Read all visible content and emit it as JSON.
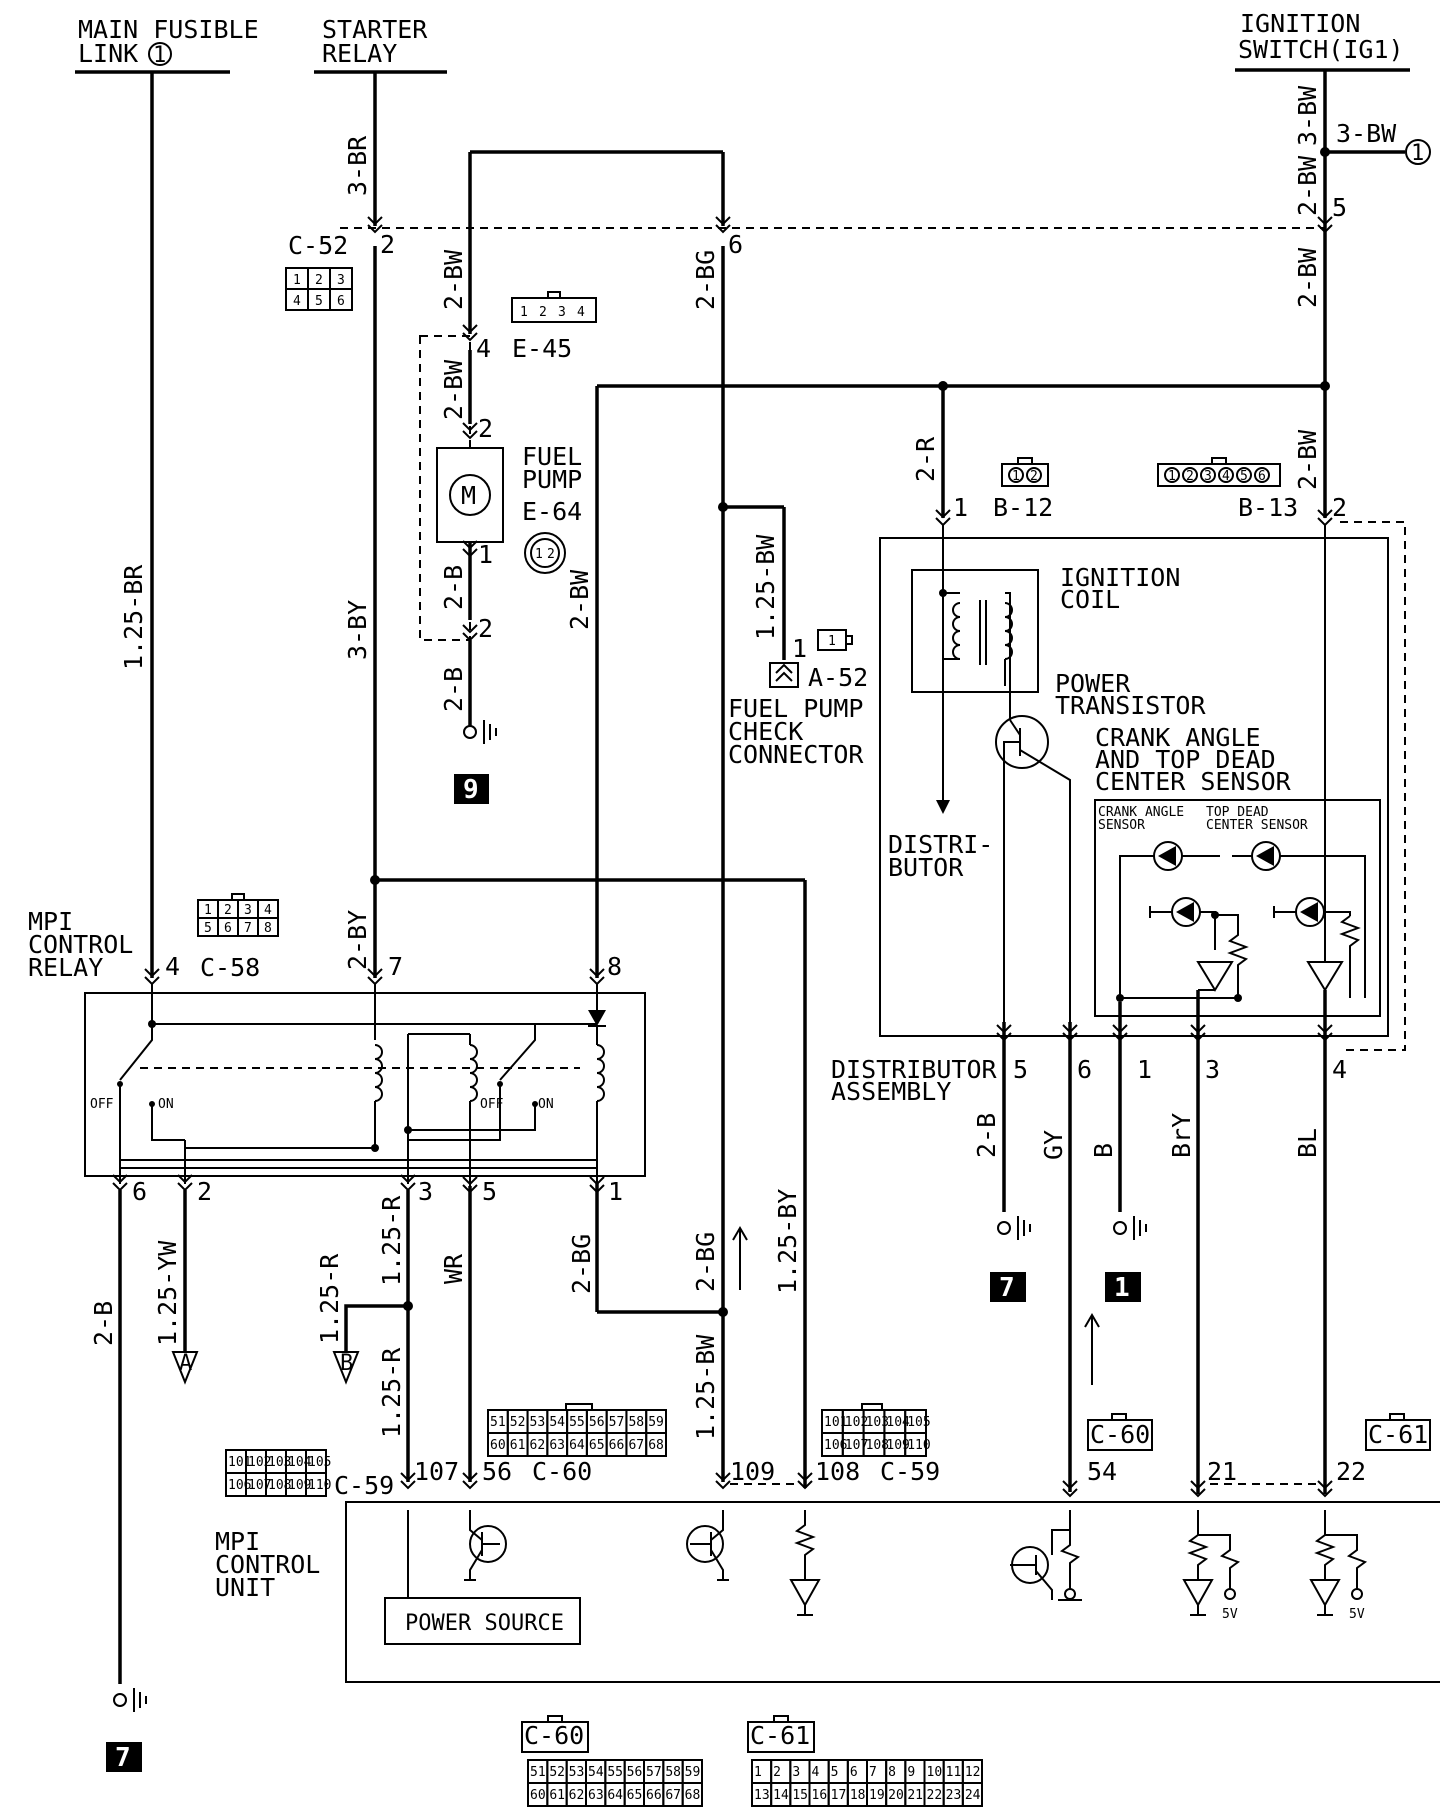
{
  "top": {
    "main_fusible_link": [
      "MAIN FUSIBLE",
      "LINK"
    ],
    "main_fusible_link_num": "1",
    "starter_relay": [
      "STARTER",
      "RELAY"
    ],
    "ignition_switch": [
      "IGNITION",
      "SWITCH(IG1)"
    ],
    "ref_1": "1"
  },
  "components": {
    "mpi_control_relay": [
      "MPI",
      "CONTROL",
      "RELAY"
    ],
    "fuel_pump": [
      "FUEL",
      "PUMP"
    ],
    "fuel_pump_check_connector": [
      "FUEL PUMP",
      "CHECK",
      "CONNECTOR"
    ],
    "ignition_coil": [
      "IGNITION",
      "COIL"
    ],
    "power_transistor": [
      "POWER",
      "TRANSISTOR"
    ],
    "crank_angle_tdc_sensor": [
      "CRANK ANGLE",
      "AND TOP DEAD",
      "CENTER SENSOR"
    ],
    "crank_angle_sensor_small": [
      "CRANK ANGLE",
      "SENSOR"
    ],
    "tdc_sensor_small": [
      "TOP DEAD",
      "CENTER SENSOR"
    ],
    "distributor": [
      "DISTRI-",
      "BUTOR"
    ],
    "distributor_assembly": [
      "DISTRIBUTOR",
      "ASSEMBLY"
    ],
    "mpi_control_unit": [
      "MPI",
      "CONTROL",
      "UNIT"
    ],
    "power_source": "POWER SOURCE",
    "switch_off": "OFF",
    "switch_on": "ON",
    "five_volt": "5V"
  },
  "connectors": {
    "c52": "C-52",
    "c52_pins": [
      "1",
      "2",
      "3",
      "4",
      "5",
      "6"
    ],
    "e45": "E-45",
    "e45_pins": [
      "1",
      "2",
      "3",
      "4"
    ],
    "e64": "E-64",
    "e64_pins": [
      "1",
      "2"
    ],
    "a52": "A-52",
    "a52_pins": [
      "1"
    ],
    "b12": "B-12",
    "b12_pins": [
      "1",
      "2"
    ],
    "b13": "B-13",
    "b13_pins": [
      "1",
      "2",
      "3",
      "4",
      "5",
      "6"
    ],
    "c58": "C-58",
    "c58_pins": [
      "1",
      "2",
      "3",
      "4",
      "5",
      "6",
      "7",
      "8"
    ],
    "c59": "C-59",
    "c59_pins": [
      "101",
      "102",
      "103",
      "104",
      "105",
      "106",
      "107",
      "108",
      "109",
      "110"
    ],
    "c60": "C-60",
    "c60_pins": [
      "51",
      "52",
      "53",
      "54",
      "55",
      "56",
      "57",
      "58",
      "59",
      "60",
      "61",
      "62",
      "63",
      "64",
      "65",
      "66",
      "67",
      "68"
    ],
    "c61": "C-61",
    "c61_pins": [
      "1",
      "2",
      "3",
      "4",
      "5",
      "6",
      "7",
      "8",
      "9",
      "10",
      "11",
      "12",
      "13",
      "14",
      "15",
      "16",
      "17",
      "18",
      "19",
      "20",
      "21",
      "22",
      "23",
      "24"
    ]
  },
  "wires": {
    "br_125": "1.25-BR",
    "br_3": "3-BR",
    "by_3": "3-BY",
    "by_2": "2-BY",
    "bw_2": "2-BW",
    "bw_3": "3-BW",
    "b_2": "2-B",
    "bg_2": "2-BG",
    "r_2": "2-R",
    "bw_125": "1.25-BW",
    "yw_125": "1.25-YW",
    "r_125": "1.25-R",
    "wr": "WR",
    "by_125": "1.25-BY",
    "gy": "GY",
    "b": "B",
    "bry": "BrY",
    "bl": "BL"
  },
  "pins": {
    "p1": "1",
    "p2": "2",
    "p3": "3",
    "p4": "4",
    "p5": "5",
    "p6": "6",
    "p7": "7",
    "p8": "8",
    "p107": "107",
    "p56": "56",
    "p109": "109",
    "p108": "108",
    "p54": "54",
    "p21": "21",
    "p22": "22"
  },
  "grounds": {
    "g9": "9",
    "g7": "7",
    "g1": "1"
  },
  "refs": {
    "a": "A",
    "b": "B"
  }
}
